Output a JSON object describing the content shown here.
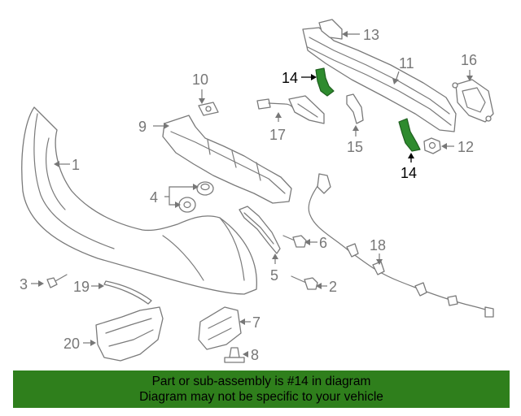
{
  "labels": {
    "p1": "1",
    "p2": "2",
    "p3": "3",
    "p4": "4",
    "p5": "5",
    "p6": "6",
    "p7": "7",
    "p8": "8",
    "p9": "9",
    "p10": "10",
    "p11": "11",
    "p12": "12",
    "p13": "13",
    "p14a": "14",
    "p14b": "14",
    "p15": "15",
    "p16": "16",
    "p17": "17",
    "p18": "18",
    "p19": "19",
    "p20": "20"
  },
  "banner": {
    "line1": "Part or sub-assembly is #14 in diagram",
    "line2": "Diagram may not be specific to your vehicle",
    "background_color": "#2f7f1c"
  },
  "highlight_color": "#2e8b2e"
}
